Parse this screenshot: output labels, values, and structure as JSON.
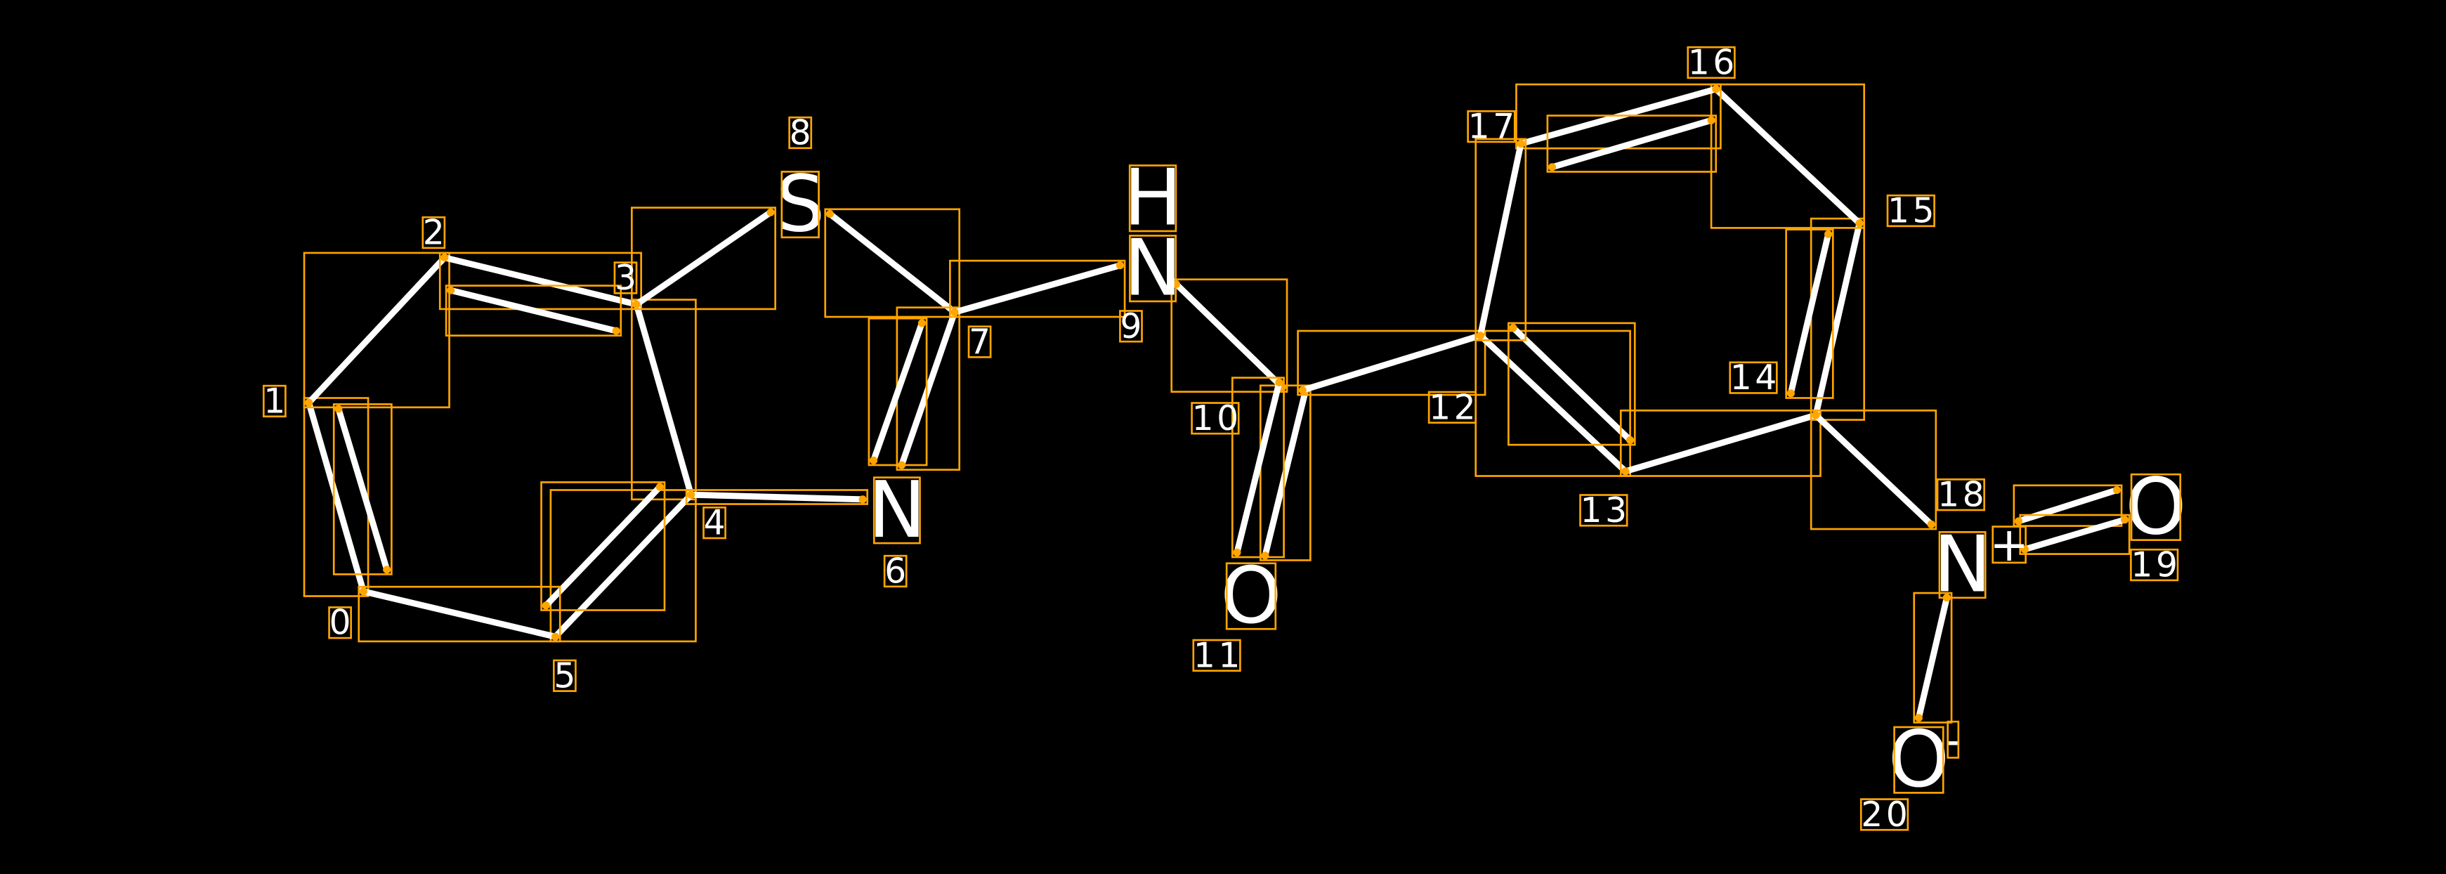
{
  "diagram": {
    "type": "molecule-annotation",
    "colors": {
      "background": "#000000",
      "bond": "#FFFFFF",
      "annotation_box": "#FFA500",
      "text": "#FFFFFF"
    },
    "atom_indices": [
      "0",
      "1",
      "2",
      "3",
      "4",
      "5",
      "6",
      "7",
      "8",
      "9",
      "10",
      "11",
      "12",
      "13",
      "14",
      "15",
      "16",
      "17",
      "18",
      "19",
      "20"
    ],
    "atom_symbols": [
      {
        "index": "8",
        "symbol": "S"
      },
      {
        "index": "6",
        "symbol": "N"
      },
      {
        "index": "9",
        "symbol": "H"
      },
      {
        "index": "9",
        "symbol": "N"
      },
      {
        "index": "11",
        "symbol": "O"
      },
      {
        "index": "18",
        "symbol": "N"
      },
      {
        "index": "18",
        "symbol": "+"
      },
      {
        "index": "19",
        "symbol": "O"
      },
      {
        "index": "20",
        "symbol": "O"
      },
      {
        "index": "20",
        "symbol": "-"
      }
    ],
    "bonds": [
      {
        "a": "0",
        "b": "1",
        "order": 2
      },
      {
        "a": "1",
        "b": "2",
        "order": 1
      },
      {
        "a": "2",
        "b": "3",
        "order": 2
      },
      {
        "a": "3",
        "b": "4",
        "order": 1
      },
      {
        "a": "4",
        "b": "5",
        "order": 2
      },
      {
        "a": "5",
        "b": "0",
        "order": 1
      },
      {
        "a": "3",
        "b": "8",
        "order": 1
      },
      {
        "a": "8",
        "b": "7",
        "order": 1
      },
      {
        "a": "7",
        "b": "6",
        "order": 2
      },
      {
        "a": "4",
        "b": "6",
        "order": 1
      },
      {
        "a": "7",
        "b": "9",
        "order": 1
      },
      {
        "a": "9",
        "b": "10",
        "order": 1
      },
      {
        "a": "10",
        "b": "11",
        "order": 2
      },
      {
        "a": "10",
        "b": "12",
        "order": 1
      },
      {
        "a": "12",
        "b": "13",
        "order": 2
      },
      {
        "a": "13",
        "b": "14",
        "order": 1
      },
      {
        "a": "14",
        "b": "15",
        "order": 2
      },
      {
        "a": "15",
        "b": "16",
        "order": 1
      },
      {
        "a": "16",
        "b": "17",
        "order": 2
      },
      {
        "a": "17",
        "b": "12",
        "order": 1
      },
      {
        "a": "14",
        "b": "18",
        "order": 1
      },
      {
        "a": "18",
        "b": "19",
        "order": 2
      },
      {
        "a": "18",
        "b": "20",
        "order": 1
      }
    ]
  }
}
